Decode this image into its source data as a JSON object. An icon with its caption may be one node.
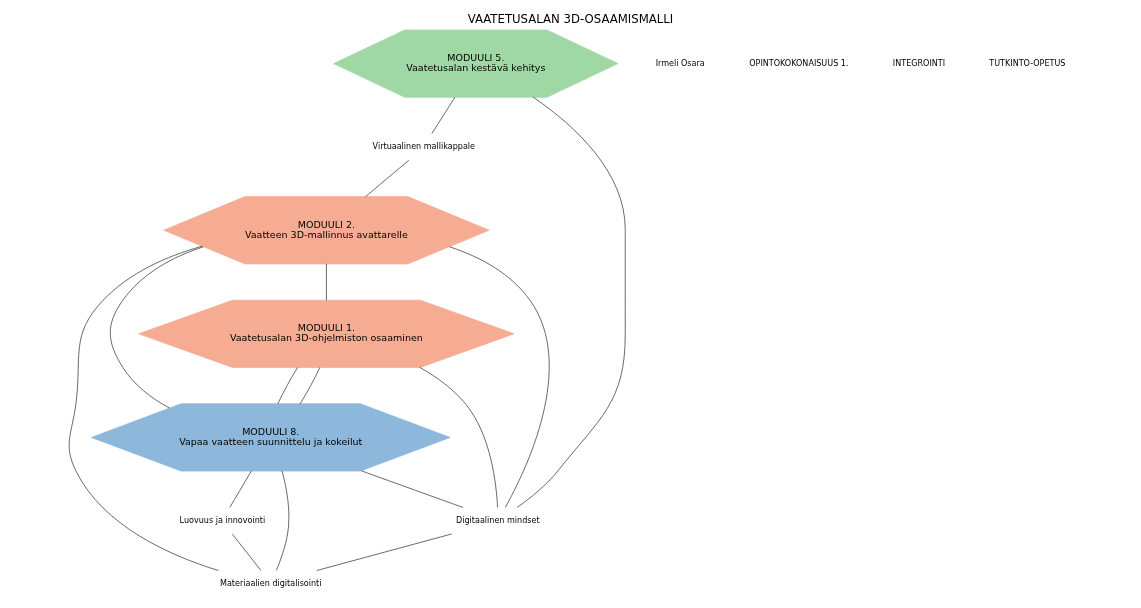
{
  "diagram": {
    "title": "VAATETUSALAN 3D-OSAAMISMALLI",
    "nodes": [
      {
        "text": [
          "MODUULI 5.",
          "Vaatetusalan kestävä kehitys"
        ]
      },
      {
        "text": [
          "MODUULI 2.",
          "Vaatteen 3D-mallinnus avattarelle"
        ]
      },
      {
        "text": [
          "MODUULI 8.",
          "Vapaa vaatteen suunnittelu ja kokeilut"
        ]
      },
      {
        "text": [
          "MODUULI 1.",
          "Vaatetusalan 3D-ohjelmiston osaaminen"
        ]
      },
      {
        "text": [
          "Virtuaalinen mallikappale"
        ]
      },
      {
        "text": [
          "Luovuus ja innovointi"
        ]
      },
      {
        "text": [
          "Materiaalien digitalisointi"
        ]
      },
      {
        "text": [
          "Digitaalinen mindset"
        ]
      }
    ],
    "edges": [
      {
        "from": 0,
        "to": 4,
        "arrow": "none"
      },
      {
        "from": 4,
        "to": 1,
        "arrow": "none"
      },
      {
        "from": 0,
        "to": 7,
        "arrow": "none"
      },
      {
        "from": 1,
        "to": 3,
        "arrow": "none"
      },
      {
        "from": 1,
        "to": 2,
        "arrow": "none"
      },
      {
        "from": 1,
        "to": 7,
        "arrow": "none"
      },
      {
        "from": 1,
        "to": 6,
        "arrow": "none"
      },
      {
        "from": 3,
        "to": 2,
        "arrow": "none"
      },
      {
        "from": 3,
        "to": 2,
        "arrow": "none"
      },
      {
        "from": 2,
        "to": 5,
        "arrow": "none"
      },
      {
        "from": 5,
        "to": 6,
        "arrow": "none"
      },
      {
        "from": 2,
        "to": 6,
        "arrow": "none"
      },
      {
        "from": 3,
        "to": 7,
        "arrow": "none"
      },
      {
        "from": 2,
        "to": 7,
        "arrow": "none"
      },
      {
        "from": 7,
        "to": 6,
        "arrow": "none"
      }
    ],
    "labels": [
      "Irmeli Osara",
      "OPINTOKOKONAISUUS 1.",
      "INTEGROINTI",
      "TUTKINTO-OPETUS"
    ]
  }
}
